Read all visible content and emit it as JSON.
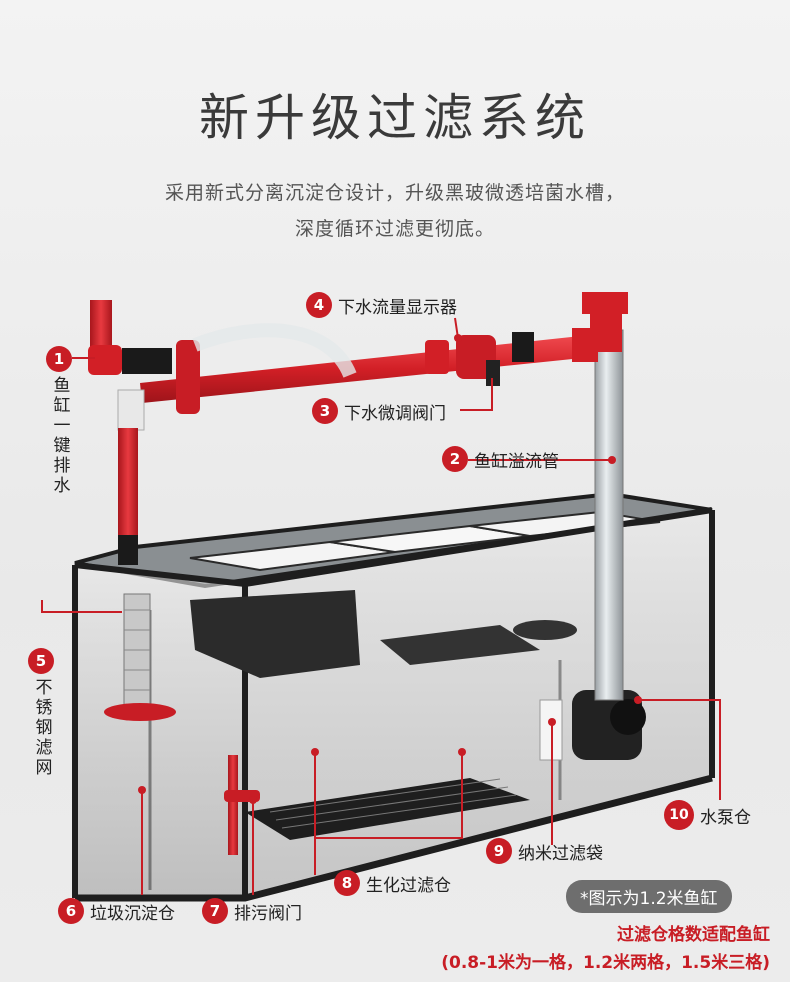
{
  "title": "新升级过滤系统",
  "subtitle_line1": "采用新式分离沉淀仓设计，升级黑玻微透培菌水槽，",
  "subtitle_line2": "深度循环过滤更彻底。",
  "callouts": [
    {
      "num": "1",
      "label": "鱼缸一键排水"
    },
    {
      "num": "2",
      "label": "鱼缸溢流管"
    },
    {
      "num": "3",
      "label": "下水微调阀门"
    },
    {
      "num": "4",
      "label": "下水流量显示器"
    },
    {
      "num": "5",
      "label": "不锈钢滤网"
    },
    {
      "num": "6",
      "label": "垃圾沉淀仓"
    },
    {
      "num": "7",
      "label": "排污阀门"
    },
    {
      "num": "8",
      "label": "生化过滤仓"
    },
    {
      "num": "9",
      "label": "纳米过滤袋"
    },
    {
      "num": "10",
      "label": "水泵仓"
    }
  ],
  "note_pill": "*图示为1.2米鱼缸",
  "note_line1": "过滤仓格数适配鱼缸",
  "note_line2": "(0.8-1米为一格，1.2米两格，1.5米三格)",
  "colors": {
    "accent": "#c81d25",
    "pipe": "#d21f26",
    "frame": "#1e1e1e"
  }
}
